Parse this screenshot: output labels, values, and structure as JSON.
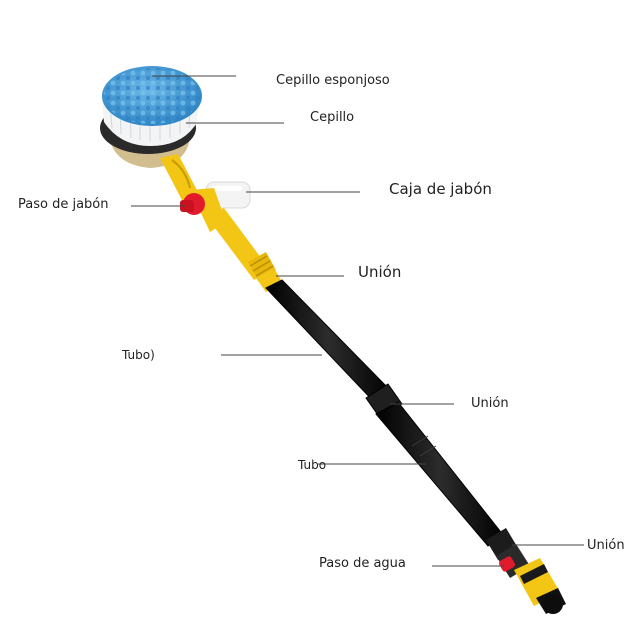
{
  "diagram": {
    "labels": {
      "cepillo_esponjoso": "Cepillo esponjoso",
      "cepillo": "Cepillo",
      "caja_de_jabon": "Caja de jabón",
      "paso_de_jabon": "Paso de jabón",
      "union_1": "Unión",
      "tubo_1": "Tubo)",
      "union_2": "Unión",
      "tubo_2": "Tubo",
      "paso_de_agua": "Paso de agua",
      "union_3": "Unión"
    },
    "colors": {
      "sponge": "#4a9fd8",
      "bristles": "#f2f4f6",
      "housing": "#2a2a2a",
      "yellow": "#f3c514",
      "red": "#e21b2c",
      "tube": "#161616",
      "soap_box": "#f4f4f4",
      "leader": "#444444"
    }
  }
}
